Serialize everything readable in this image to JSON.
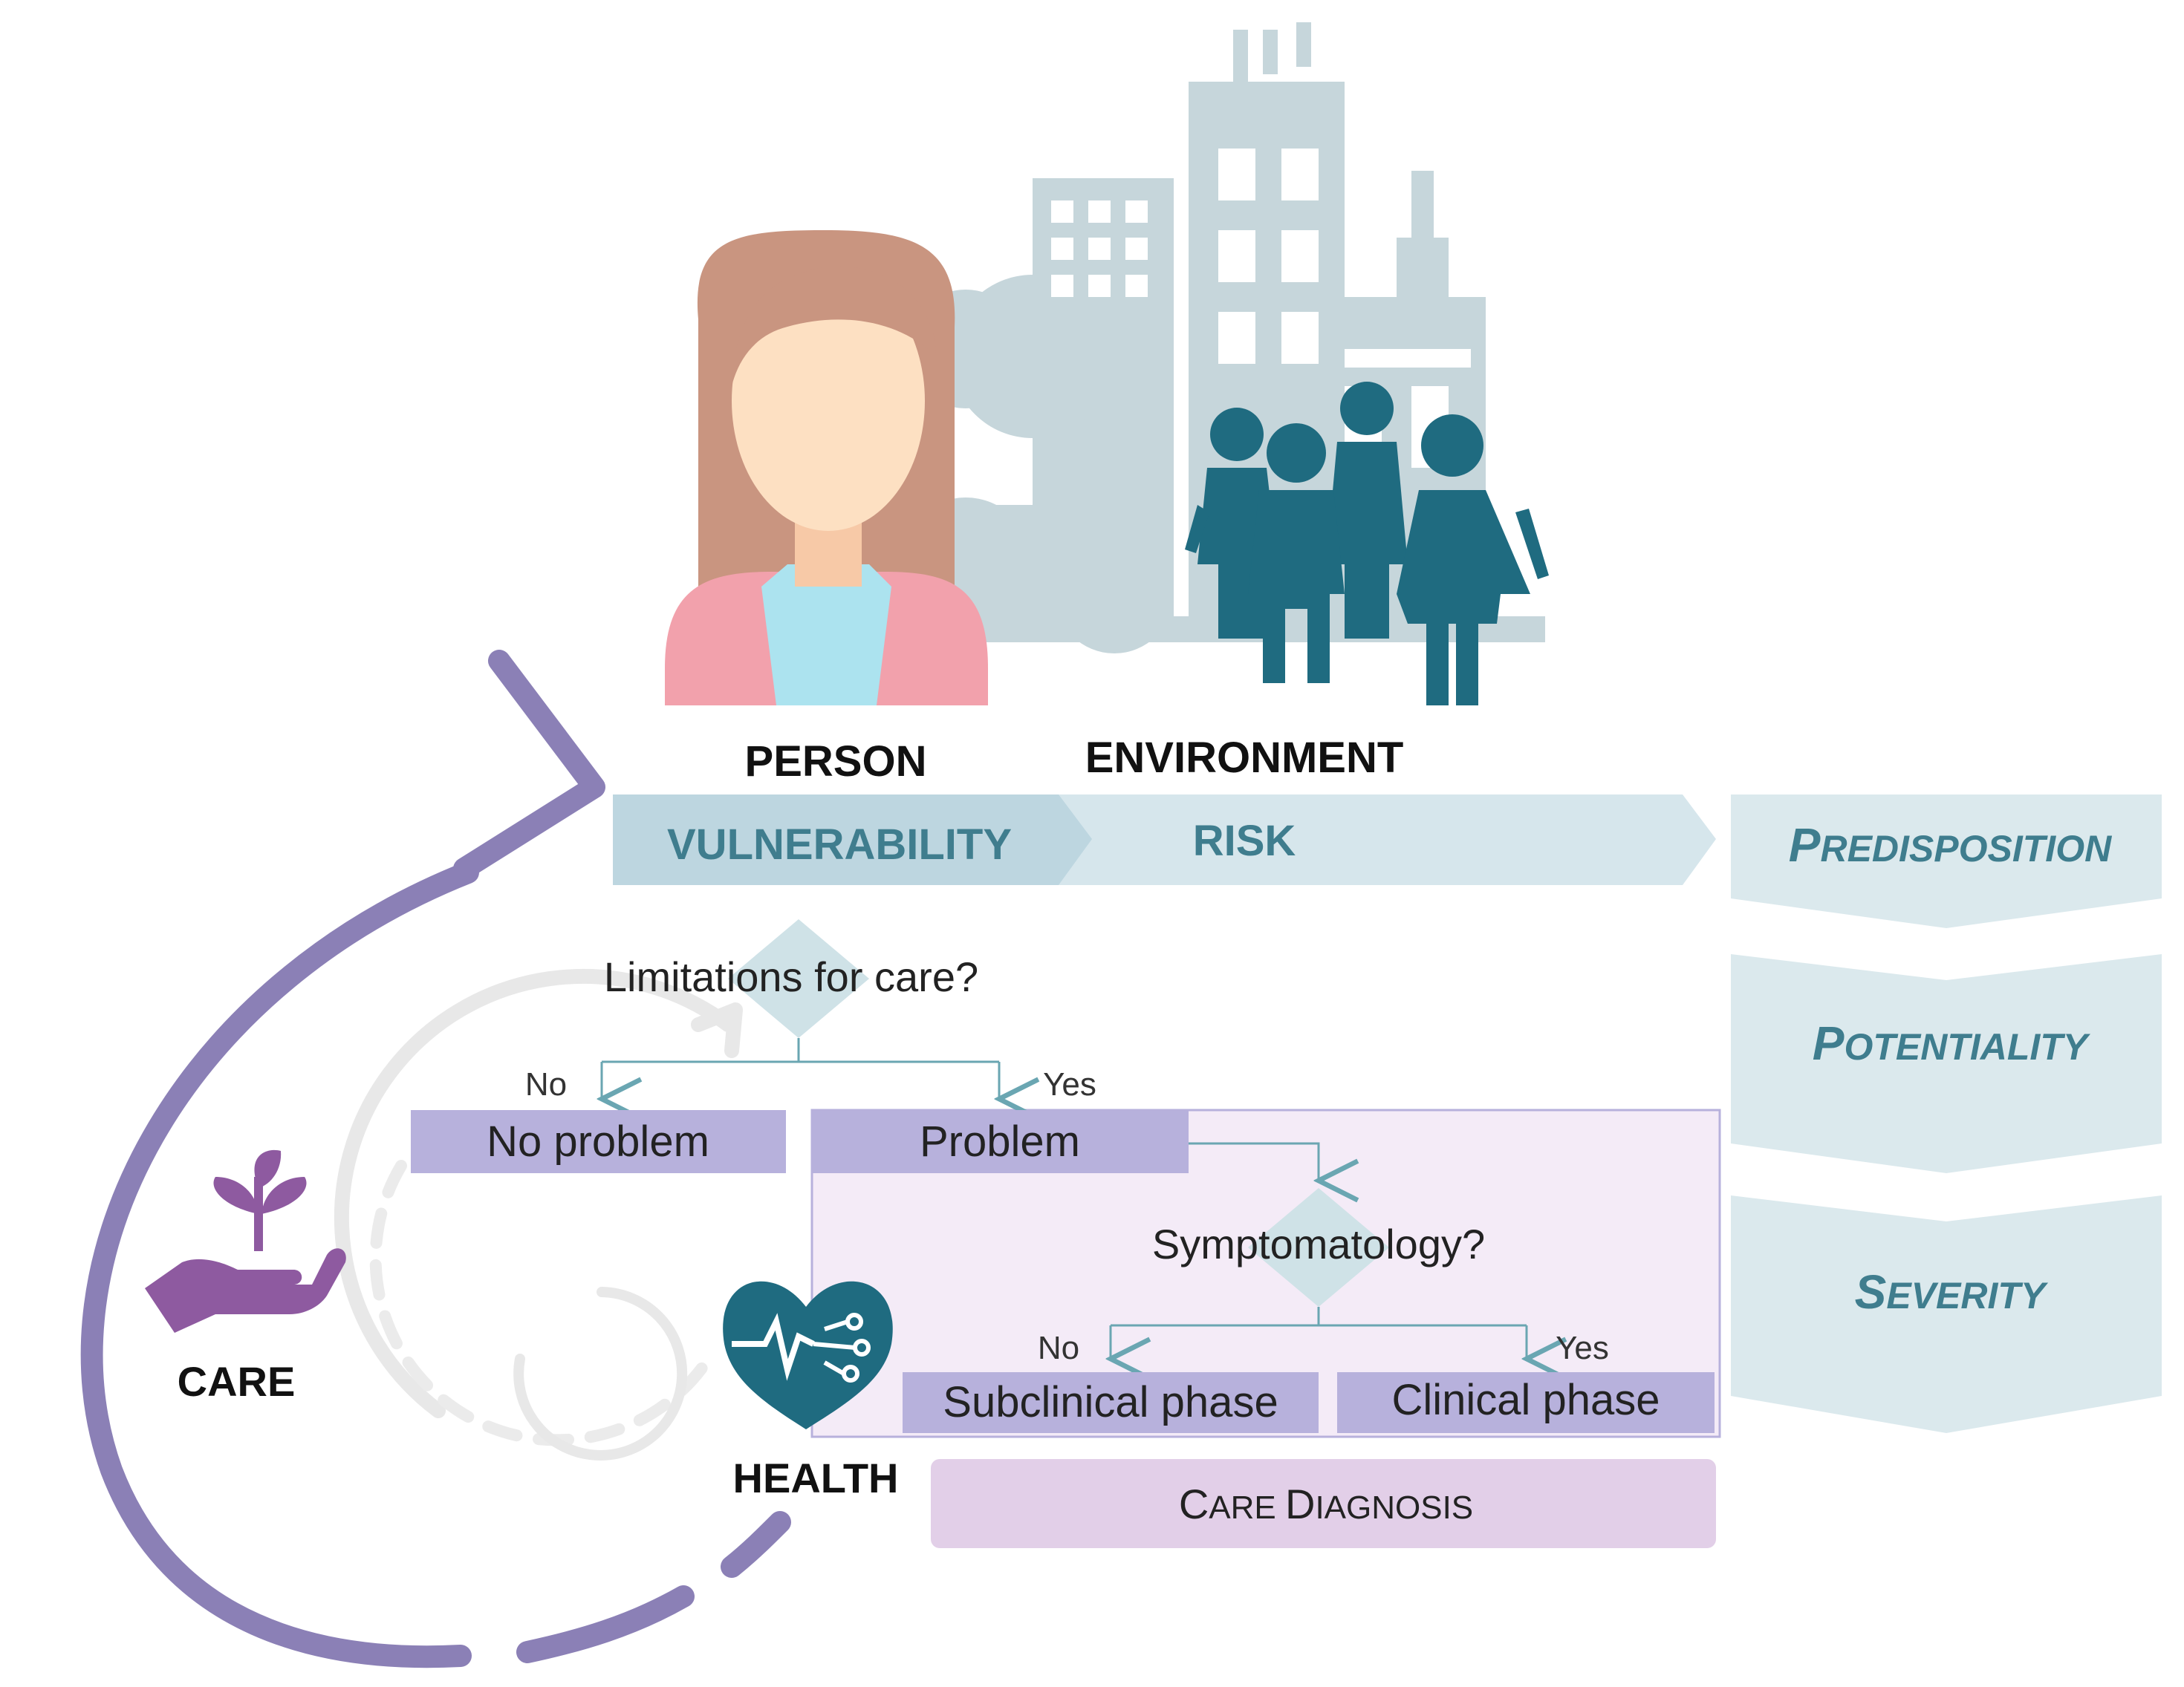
{
  "labels": {
    "person": "PERSON",
    "environment": "ENVIRONMENT",
    "care": "CARE",
    "health": "HEALTH"
  },
  "banner": {
    "vulnerability": "VULNERABILITY",
    "risk": "RISK"
  },
  "stages": [
    {
      "first": "P",
      "rest": "REDISPOSITION"
    },
    {
      "first": "P",
      "rest": "OTENTIALITY"
    },
    {
      "first": "S",
      "rest": "EVERITY"
    }
  ],
  "flow": {
    "question1": "Limitations for care?",
    "no1": "No",
    "yes1": "Yes",
    "no_problem": "No problem",
    "problem": "Problem",
    "question2": "Symptomatology?",
    "no2": "No",
    "yes2": "Yes",
    "subclinical": "Subclinical phase",
    "clinical": "Clinical phase",
    "diagnosis_first1": "C",
    "diagnosis_rest1": "ARE ",
    "diagnosis_first2": "D",
    "diagnosis_rest2": "IAGNOSIS"
  },
  "colors": {
    "cycle_purple": "#8b80b6",
    "teal_dark": "#1f6b80",
    "teal_text": "#3f7d8e",
    "banner_light": "#d6e6ec",
    "banner_mid": "#bcd6df",
    "stage_bg": "#dbe9ed",
    "lavender_box": "#b7b1dc",
    "problem_region": "#f4ebf7",
    "diagnosis_box": "#e2cfe8",
    "care_icon": "#8e5aa0",
    "city_gray": "#c5d6da",
    "gray_cycle": "#e6e6e6"
  },
  "icons": {
    "person": "woman-avatar-icon",
    "environment": "city-and-people-icon",
    "care": "hand-with-plant-icon",
    "health": "heart-brain-circuit-icon"
  }
}
